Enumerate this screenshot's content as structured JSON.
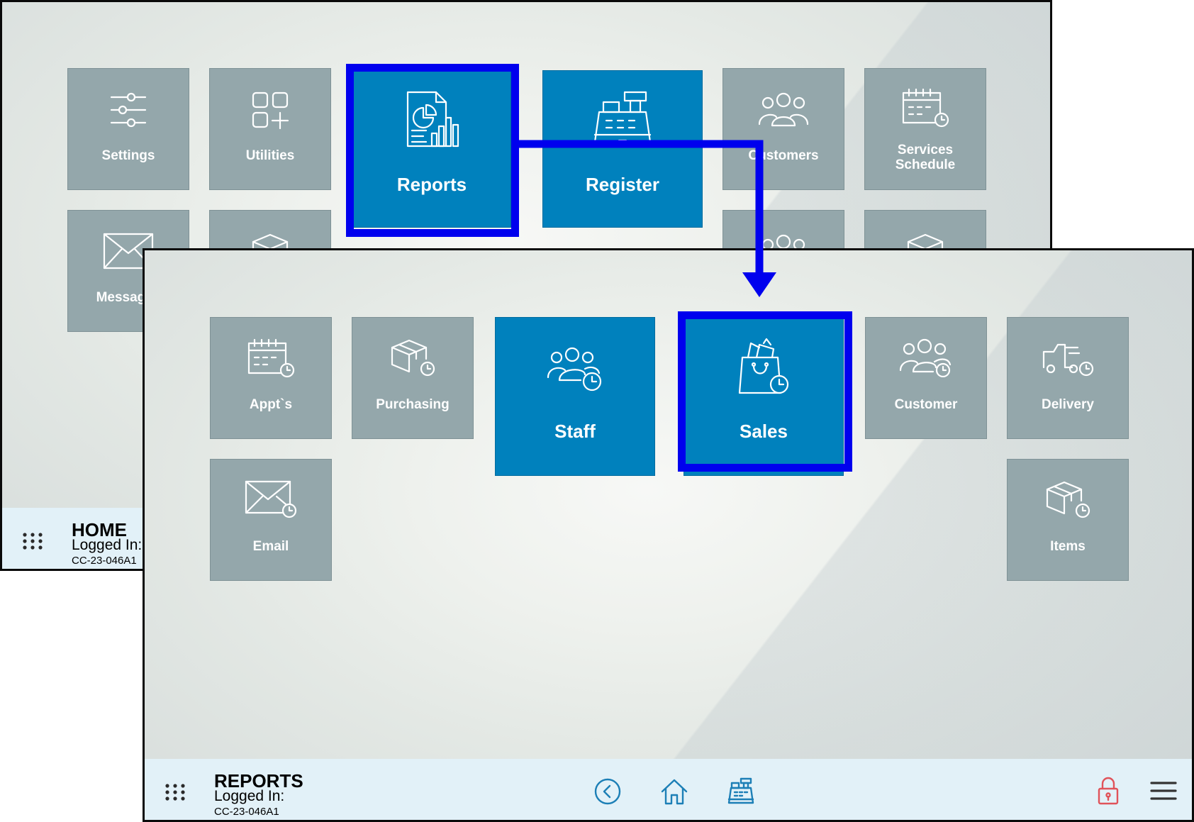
{
  "home": {
    "tiles": {
      "settings": "Settings",
      "utilities": "Utilities",
      "reports": "Reports",
      "register": "Register",
      "customers": "Customers",
      "services_schedule": "Services\nSchedule",
      "messages": "Messages"
    },
    "bar": {
      "title": "HOME",
      "logged_in": "Logged In:",
      "store_id": "CC-23-046A1"
    }
  },
  "reports": {
    "tiles": {
      "appts": "Appt`s",
      "purchasing": "Purchasing",
      "staff": "Staff",
      "sales": "Sales",
      "customer": "Customer",
      "delivery": "Delivery",
      "email": "Email",
      "items": "Items"
    },
    "bar": {
      "title": "REPORTS",
      "logged_in": "Logged In:",
      "store_id": "CC-23-046A1"
    }
  },
  "icons": {
    "back": "chevron-left-circle-icon",
    "home": "home-icon",
    "register": "cash-register-icon",
    "lock": "padlock-icon",
    "menu": "hamburger-menu-icon",
    "apps": "app-grid-icon"
  },
  "colors": {
    "tile_gray": "#94a7ab",
    "tile_blue": "#0081bd",
    "highlight": "#0000ee",
    "bar_bg": "#e2f1f8",
    "lock": "#e0535a"
  }
}
